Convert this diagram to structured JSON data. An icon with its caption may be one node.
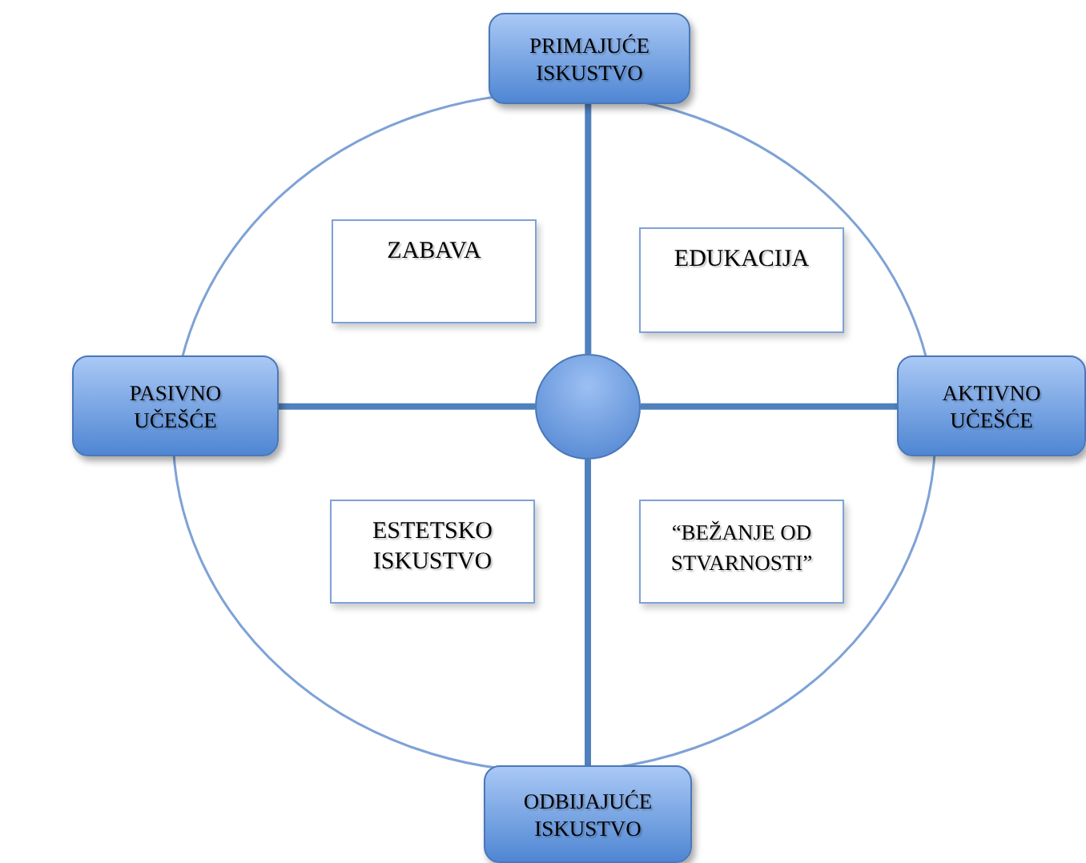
{
  "diagram": {
    "nodes": [
      {
        "text": [
          "PRIMAJUĆE ISKUSTVO"
        ]
      },
      {
        "text": [
          "PASIVNO UČEŠĆE"
        ]
      },
      {
        "text": [
          "AKTIVNO UČEŠĆE"
        ]
      },
      {
        "text": [
          "ODBIJAJUĆE ISKUSTVO"
        ]
      },
      {
        "text": [],
        "shape": "circle"
      },
      {
        "text": [
          "ZABAVA"
        ]
      },
      {
        "text": [
          "EDUKACIJA"
        ]
      },
      {
        "text": [
          "ESTETSKO ISKUSTVO"
        ]
      },
      {
        "text": [
          "“BEŽANJE OD STVARNOSTI”"
        ]
      }
    ],
    "edges": [
      {
        "from": 4,
        "to": 0,
        "arrow": "none"
      },
      {
        "from": 4,
        "to": 1,
        "arrow": "none"
      },
      {
        "from": 4,
        "to": 2,
        "arrow": "none"
      },
      {
        "from": 4,
        "to": 3,
        "arrow": "none"
      }
    ]
  }
}
